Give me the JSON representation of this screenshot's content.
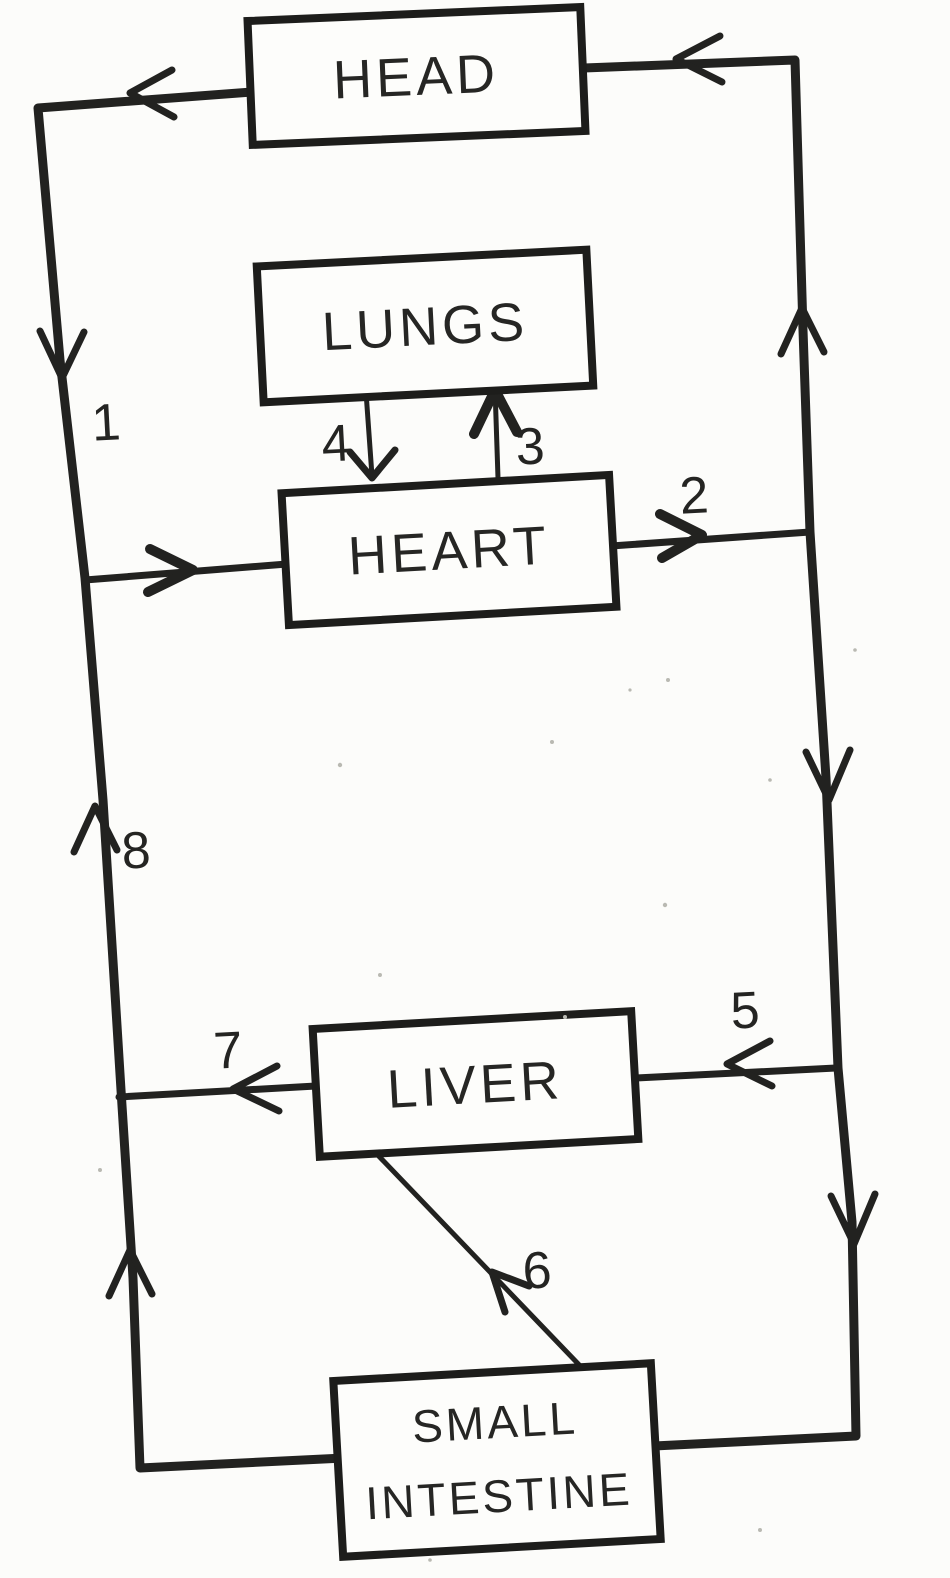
{
  "page": {
    "description": "Hand-drawn scanned flow diagram of blood circulation between organs",
    "paper_color": "#fcfcfa",
    "ink_color": "#222220"
  },
  "nodes": {
    "head": {
      "label": "HEAD"
    },
    "lungs": {
      "label": "LUNGS"
    },
    "heart": {
      "label": "HEART"
    },
    "liver": {
      "label": "LIVER"
    },
    "small_intestine": {
      "label_line1": "SMALL",
      "label_line2": "INTESTINE"
    }
  },
  "flow_labels": {
    "n1": "1",
    "n2": "2",
    "n3": "3",
    "n4": "4",
    "n5": "5",
    "n6": "6",
    "n7": "7",
    "n8": "8"
  }
}
